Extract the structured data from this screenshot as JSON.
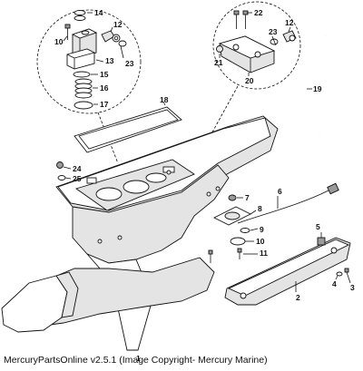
{
  "caption": "MercuryPartsOnline v2.5.1 (Image Copyright- Mercury Marine)",
  "callouts": {
    "c1": "1",
    "c2": "2",
    "c3": "3",
    "c4": "4",
    "c5": "5",
    "c6": "6",
    "c7": "7",
    "c8": "8",
    "c9": "9",
    "c10a": "10",
    "c10b": "10",
    "c11": "11",
    "c12a": "12",
    "c12b": "12",
    "c13": "13",
    "c14": "14",
    "c15": "15",
    "c16": "16",
    "c17": "17",
    "c18": "18",
    "c19": "19",
    "c20": "20",
    "c21": "21",
    "c22": "22",
    "c23a": "23",
    "c23b": "23",
    "c24": "24",
    "c25": "25"
  }
}
